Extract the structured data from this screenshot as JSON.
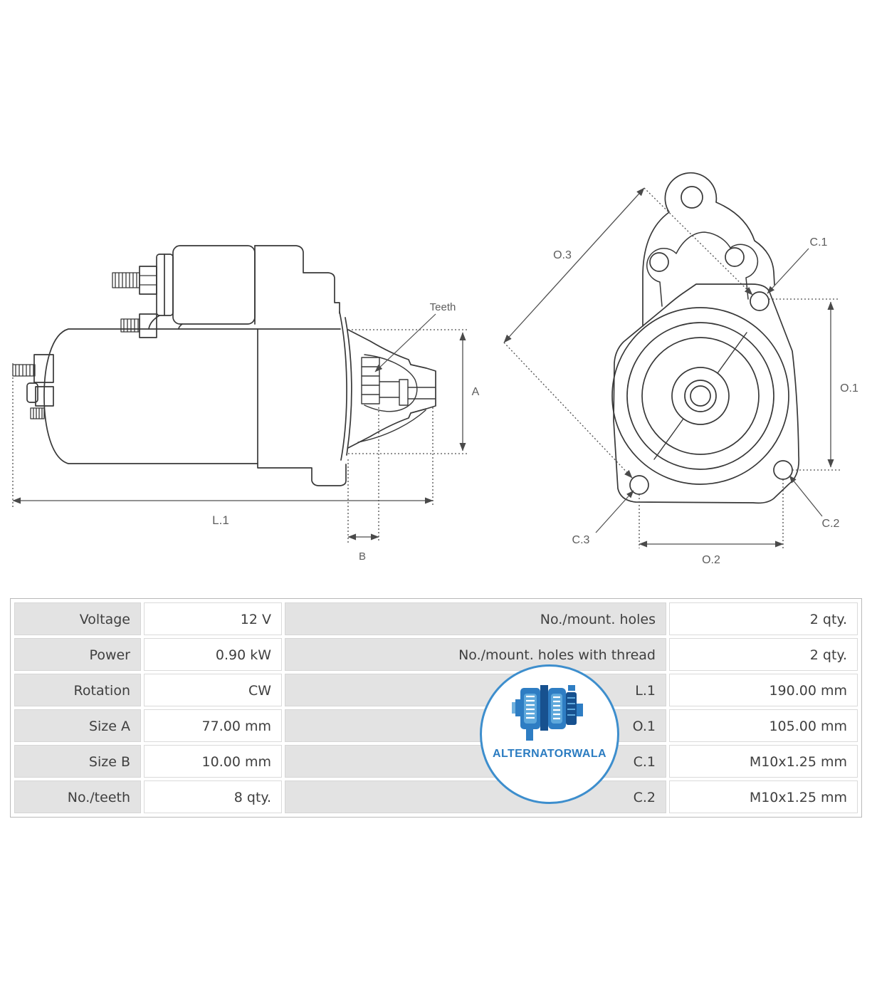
{
  "side_view": {
    "teeth_label": "Teeth",
    "dim_length": "L.1",
    "dim_a": "A",
    "dim_b": "B"
  },
  "front_view": {
    "dim_o1": "O.1",
    "dim_o2": "O.2",
    "dim_o3": "O.3",
    "dim_c1": "C.1",
    "dim_c2": "C.2",
    "dim_c3": "C.3"
  },
  "logo": {
    "text": "ALTERNATORWALA",
    "accent_color": "#2e7dc3",
    "border_color": "#3d8ecd"
  },
  "spec_table": {
    "label_bg": "#e3e3e3",
    "text_color": "#3f3f3f",
    "rows": [
      {
        "label_left": "Voltage",
        "value_left": "12 V",
        "label_right": "No./mount. holes",
        "value_right": "2 qty."
      },
      {
        "label_left": "Power",
        "value_left": "0.90 kW",
        "label_right": "No./mount. holes with thread",
        "value_right": "2 qty."
      },
      {
        "label_left": "Rotation",
        "value_left": "CW",
        "label_right": "L.1",
        "value_right": "190.00 mm"
      },
      {
        "label_left": "Size A",
        "value_left": "77.00 mm",
        "label_right": "O.1",
        "value_right": "105.00 mm"
      },
      {
        "label_left": "Size B",
        "value_left": "10.00 mm",
        "label_right": "C.1",
        "value_right": "M10x1.25 mm"
      },
      {
        "label_left": "No./teeth",
        "value_left": "8 qty.",
        "label_right": "C.2",
        "value_right": "M10x1.25 mm"
      }
    ]
  }
}
